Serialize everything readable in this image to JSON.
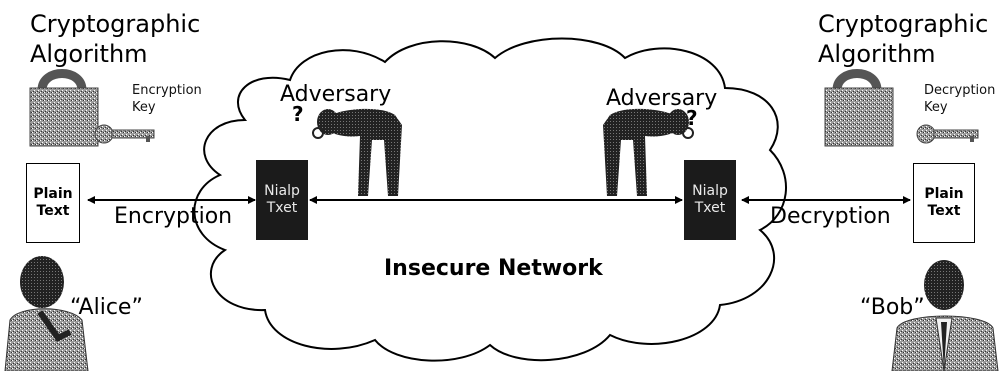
{
  "left": {
    "algorithm_line1": "Cryptographic",
    "algorithm_line2": "Algorithm",
    "key_line1": "Encryption",
    "key_line2": "Key",
    "plain_line1": "Plain",
    "plain_line2": "Text",
    "process": "Encryption",
    "person": "“Alice”"
  },
  "right": {
    "algorithm_line1": "Cryptographic",
    "algorithm_line2": "Algorithm",
    "key_line1": "Decryption",
    "key_line2": "Key",
    "plain_line1": "Plain",
    "plain_line2": "Text",
    "process": "Decryption",
    "person": "“Bob”"
  },
  "cipher_left": {
    "line1": "Nialp",
    "line2": "Txet"
  },
  "cipher_right": {
    "line1": "Nialp",
    "line2": "Txet"
  },
  "adversary_left": {
    "label": "Adversary",
    "mark": "?"
  },
  "adversary_right": {
    "label": "Adversary",
    "mark": "?"
  },
  "network_label": "Insecure Network",
  "colors": {
    "ink": "#000000",
    "cipher_box": "#1b1b1b",
    "device": "#8a8a8a",
    "background": "#ffffff"
  },
  "icons": [
    "cloud-icon",
    "padlock-icon",
    "key-icon",
    "adversary-figure-icon",
    "person-alice-icon",
    "person-bob-icon"
  ]
}
